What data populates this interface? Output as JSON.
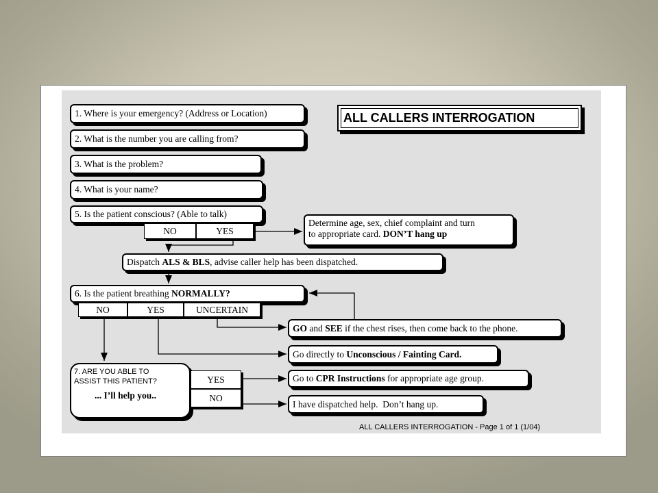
{
  "title": "ALL CALLERS INTERROGATION",
  "questions": {
    "q1": "1. Where is your emergency? (Address or Location)",
    "q2": "2. What is the number you are calling from?",
    "q3": "3. What is the problem?",
    "q4": "4. What is your name?",
    "q5": "5. Is the patient conscious? (Able to talk)",
    "q6_pre": "6. Is the patient breathing ",
    "q6_bold": "NORMALLY?",
    "q7_line1": "7. ARE YOU ABLE TO",
    "q7_line2": "ASSIST THIS PATIENT?",
    "q7_line3": "... I’ll help you.."
  },
  "options": {
    "q5_no": "NO",
    "q5_yes": "YES",
    "q6_no": "NO",
    "q6_yes": "YES",
    "q6_uncertain": "UNCERTAIN",
    "q7_yes": "YES",
    "q7_no": "NO"
  },
  "actions": {
    "determine_line1": "Determine age, sex, chief complaint and turn",
    "determine_line2_pre": "to appropriate card. ",
    "determine_line2_bold": "DON’T hang up",
    "dispatch_pre": "Dispatch ",
    "dispatch_bold": "ALS & BLS",
    "dispatch_post": ", advise caller help has been dispatched.",
    "go_bold1": "GO",
    "go_and": " and ",
    "go_bold2": "SEE",
    "go_post": " if the chest rises, then come back to the phone.",
    "directly_pre": "Go directly to ",
    "directly_bold": "Unconscious / Fainting Card.",
    "cpr_pre": "Go to ",
    "cpr_bold": "CPR Instructions",
    "cpr_post": " for appropriate age group.",
    "dispatched": "I have dispatched help.  Don’t hang up."
  },
  "footer": "ALL CALLERS INTERROGATION - Page 1 of 1 (1/04)"
}
